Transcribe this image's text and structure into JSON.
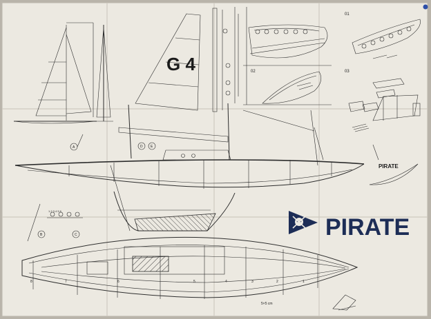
{
  "title": "PIRATE",
  "model_code": "G 4",
  "stern_title": "PIRATE",
  "scale_note": "5×5 cm",
  "sections": [
    "01",
    "02",
    "03"
  ],
  "part_labels": {
    "a": "A",
    "b": "B",
    "c": "C",
    "d": "D",
    "e": "E",
    "ladder": "1 2 3 4 5 6",
    "deck": [
      "8",
      "7",
      "6",
      "5",
      "4",
      "3",
      "2",
      "1"
    ]
  },
  "colors": {
    "paper": "#ece9e1",
    "ink": "#2c2c2c",
    "navy": "#1d2d56"
  },
  "icons": {
    "logo": "pennant-skull-crossbones-icon",
    "pin": "push-pin-icon"
  }
}
